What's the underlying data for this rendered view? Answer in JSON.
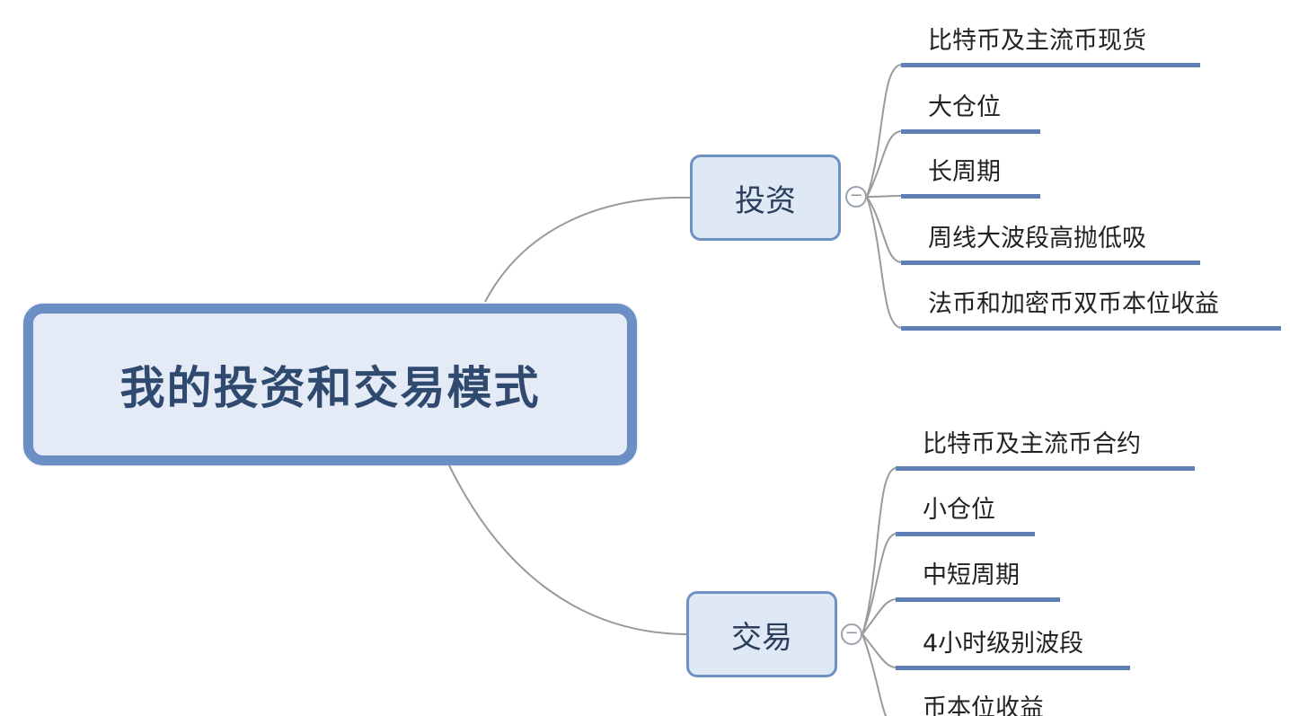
{
  "root": {
    "label": "我的投资和交易模式"
  },
  "branches": [
    {
      "label": "投资",
      "collapse_symbol": "−",
      "children": [
        {
          "label": "比特币及主流币现货"
        },
        {
          "label": "大仓位"
        },
        {
          "label": "长周期"
        },
        {
          "label": "周线大波段高抛低吸"
        },
        {
          "label": "法币和加密币双币本位收益"
        }
      ]
    },
    {
      "label": "交易",
      "collapse_symbol": "−",
      "children": [
        {
          "label": "比特币及主流币合约"
        },
        {
          "label": "小仓位"
        },
        {
          "label": "中短周期"
        },
        {
          "label": "4小时级别波段"
        },
        {
          "label": "币本位收益"
        }
      ]
    }
  ],
  "colors": {
    "node_fill": "#e4ebf6",
    "node_border": "#6b8fc4",
    "leaf_underline": "#5d7fb3",
    "connector": "#9a9a9a"
  }
}
